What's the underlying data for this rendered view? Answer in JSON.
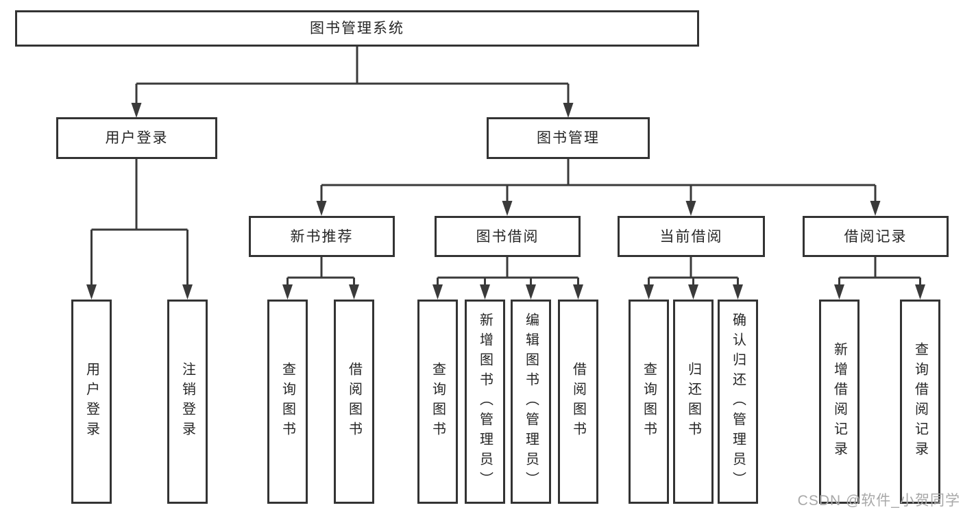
{
  "diagram": {
    "root": "图书管理系统",
    "branches": [
      {
        "label": "用户登录",
        "children": [
          "用户登录",
          "注销登录"
        ]
      },
      {
        "label": "图书管理",
        "groups": [
          {
            "label": "新书推荐",
            "children": [
              "查询图书",
              "借阅图书"
            ]
          },
          {
            "label": "图书借阅",
            "children": [
              "查询图书",
              "新增图书（管理员）",
              "编辑图书（管理员）",
              "借阅图书"
            ]
          },
          {
            "label": "当前借阅",
            "children": [
              "查询图书",
              "归还图书",
              "确认归还（管理员）"
            ]
          },
          {
            "label": "借阅记录",
            "children": [
              "新增借阅记录",
              "查询借阅记录"
            ]
          }
        ]
      }
    ]
  },
  "watermark": "CSDN @软件_小贺同学",
  "colors": {
    "line": "#3a3a3a",
    "box_border": "#333333",
    "box_fill": "#ffffff",
    "text": "#262626",
    "watermark": "#a8a8a8"
  }
}
